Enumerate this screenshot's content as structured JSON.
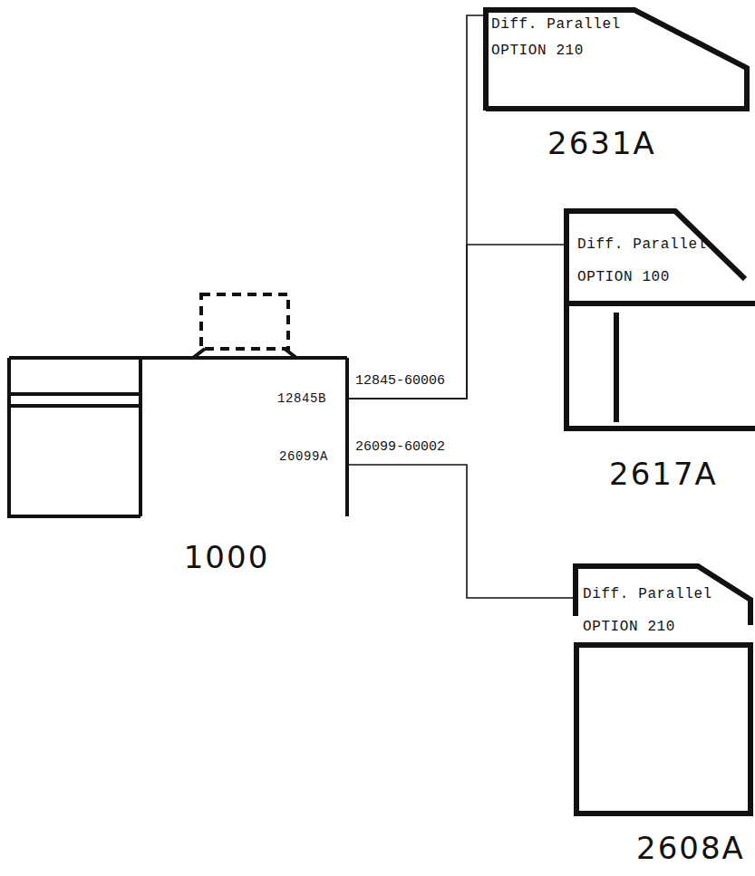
{
  "diagram": {
    "nodes": [
      {
        "text": [
          "1000",
          "12845B",
          "26099A"
        ]
      },
      {
        "text": [
          "2631A",
          "Diff. Parallel",
          "OPTION 210"
        ]
      },
      {
        "text": [
          "2617A",
          "Diff. Parallel",
          "OPTION 100"
        ]
      },
      {
        "text": [
          "2608A",
          "Diff. Parallel",
          "OPTION 210"
        ]
      }
    ],
    "edges": [
      {
        "from": 0,
        "to": 1,
        "label": "12845-60006",
        "arrow": "none"
      },
      {
        "from": 0,
        "to": 2,
        "arrow": "none"
      },
      {
        "from": 0,
        "to": 3,
        "label": "26099-60002",
        "arrow": "none"
      }
    ]
  }
}
